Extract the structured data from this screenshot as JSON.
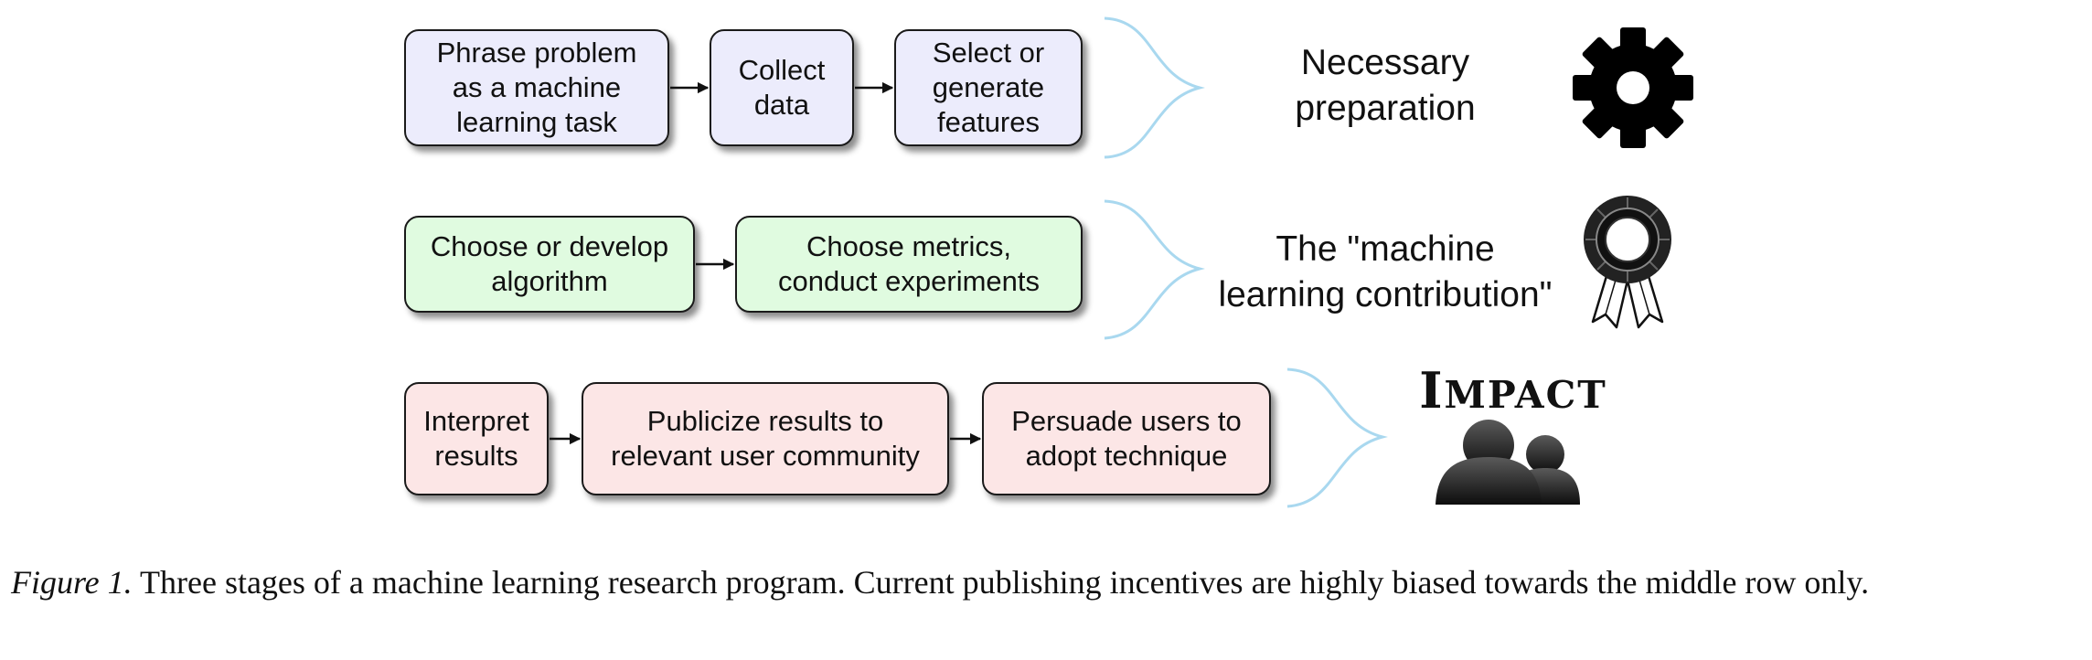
{
  "rows": [
    {
      "id": "necessary-preparation",
      "boxes": [
        "Phrase problem\nas a machine\nlearning task",
        "Collect\ndata",
        "Select or\ngenerate\nfeatures"
      ],
      "label": "Necessary\npreparation",
      "icon": "gear-icon"
    },
    {
      "id": "machine-learning-contribution",
      "boxes": [
        "Choose or develop\nalgorithm",
        "Choose metrics,\nconduct experiments"
      ],
      "label": "The \"machine\nlearning contribution\"",
      "icon": "award-ribbon-icon"
    },
    {
      "id": "impact",
      "boxes": [
        "Interpret\nresults",
        "Publicize results to\nrelevant user community",
        "Persuade users to\nadopt technique"
      ],
      "label_first": "I",
      "label_rest": "MPACT",
      "icon": "users-icon"
    }
  ],
  "colors": {
    "preparation_fill": "#ececfc",
    "contribution_fill": "#e0fbe0",
    "impact_fill": "#fce6e6",
    "brace": "#a9d8ef"
  },
  "caption": {
    "label": "Figure 1.",
    "text": " Three stages of a machine learning research program. Current publishing incentives are highly biased towards the middle row only."
  }
}
